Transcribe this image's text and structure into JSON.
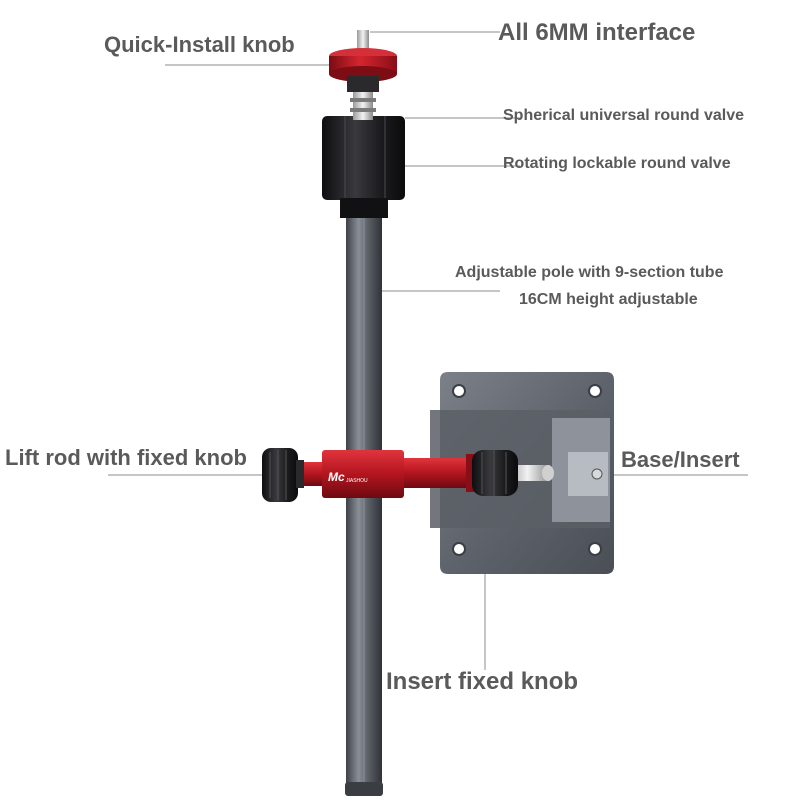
{
  "callouts": {
    "all_6mm": "All 6MM interface",
    "quick_install_knob": "Quick-Install knob",
    "spherical_valve": "Spherical universal round valve",
    "rotating_valve": "Rotating lockable round valve",
    "adjustable_pole_line1": "Adjustable pole with 9-section tube",
    "adjustable_pole_line2": "16CM height adjustable",
    "lift_rod_knob": "Lift rod with fixed knob",
    "base_insert": "Base/Insert",
    "insert_fixed_knob": "Insert fixed knob"
  },
  "product": {
    "logo_text": "Mc",
    "logo_subtext": "JIASHOU"
  },
  "colors": {
    "label_text": "#5a5a5a",
    "leader_line": "#8c8c8c",
    "accent_red": "#b3151f",
    "pole_gray": "#5b5f66",
    "plate_gray": "#6e737b",
    "knob_black": "#1b1b1d"
  }
}
